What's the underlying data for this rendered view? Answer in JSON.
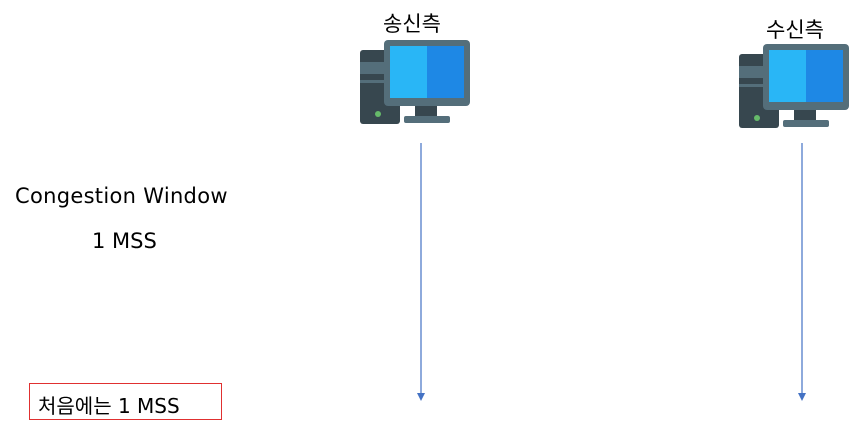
{
  "nodes": {
    "sender": {
      "label": "송신측"
    },
    "receiver": {
      "label": "수신측"
    }
  },
  "congestion_window": {
    "label": "Congestion Window",
    "value": "1 MSS"
  },
  "note": {
    "text": "처음에는 1 MSS"
  },
  "colors": {
    "lifeline": "#4472c4",
    "note_border": "#e03030",
    "monitor_screen_light": "#29b6f6",
    "monitor_screen_dark": "#1e88e5",
    "case_dark": "#37474f",
    "case_light": "#546e7a",
    "power_led": "#66bb6a"
  }
}
